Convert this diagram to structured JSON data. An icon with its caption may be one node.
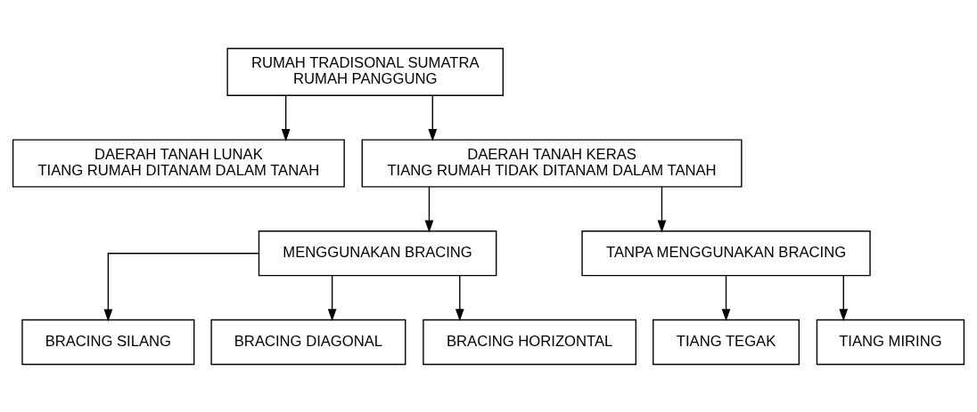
{
  "diagram": {
    "nodes": [
      {
        "text": [
          "RUMAH TRADISONAL SUMATRA",
          "RUMAH PANGGUNG"
        ]
      },
      {
        "text": [
          "DAERAH TANAH LUNAK",
          "TIANG RUMAH DITANAM DALAM TANAH"
        ]
      },
      {
        "text": [
          "DAERAH TANAH KERAS",
          "TIANG RUMAH TIDAK DITANAM DALAM TANAH"
        ]
      },
      {
        "text": [
          "MENGGUNAKAN BRACING"
        ]
      },
      {
        "text": [
          "TANPA MENGGUNAKAN BRACING"
        ]
      },
      {
        "text": [
          "BRACING SILANG"
        ]
      },
      {
        "text": [
          "BRACING DIAGONAL"
        ]
      },
      {
        "text": [
          "BRACING HORIZONTAL"
        ]
      },
      {
        "text": [
          "TIANG TEGAK"
        ]
      },
      {
        "text": [
          "TIANG MIRING"
        ]
      }
    ],
    "edges": [
      {
        "from": 0,
        "to": 1,
        "arrow": "to"
      },
      {
        "from": 0,
        "to": 2,
        "arrow": "to"
      },
      {
        "from": 2,
        "to": 3,
        "arrow": "to"
      },
      {
        "from": 2,
        "to": 4,
        "arrow": "to"
      },
      {
        "from": 3,
        "to": 5,
        "arrow": "to"
      },
      {
        "from": 3,
        "to": 6,
        "arrow": "to"
      },
      {
        "from": 3,
        "to": 7,
        "arrow": "to"
      },
      {
        "from": 4,
        "to": 8,
        "arrow": "to"
      },
      {
        "from": 4,
        "to": 9,
        "arrow": "to"
      }
    ]
  }
}
